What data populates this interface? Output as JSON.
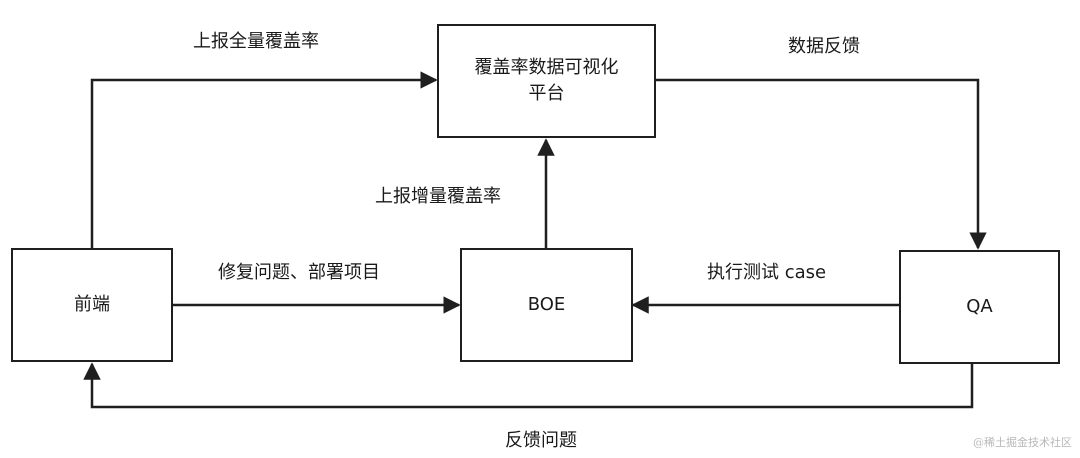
{
  "nodes": {
    "platform": {
      "line1": "覆盖率数据可视化",
      "line2": "平台"
    },
    "frontend": {
      "label": "前端"
    },
    "boe": {
      "label": "BOE"
    },
    "qa": {
      "label": "QA"
    }
  },
  "edges": {
    "frontend_to_platform": "上报全量覆盖率",
    "boe_to_platform": "上报增量覆盖率",
    "platform_to_qa": "数据反馈",
    "frontend_to_boe": "修复问题、部署项目",
    "qa_to_boe": "执行测试 case",
    "qa_to_frontend": "反馈问题"
  },
  "watermark": "@稀土掘金技术社区",
  "colors": {
    "stroke": "#1f1f1f",
    "text": "#1a1a1a",
    "watermark": "#b8b8b8"
  }
}
